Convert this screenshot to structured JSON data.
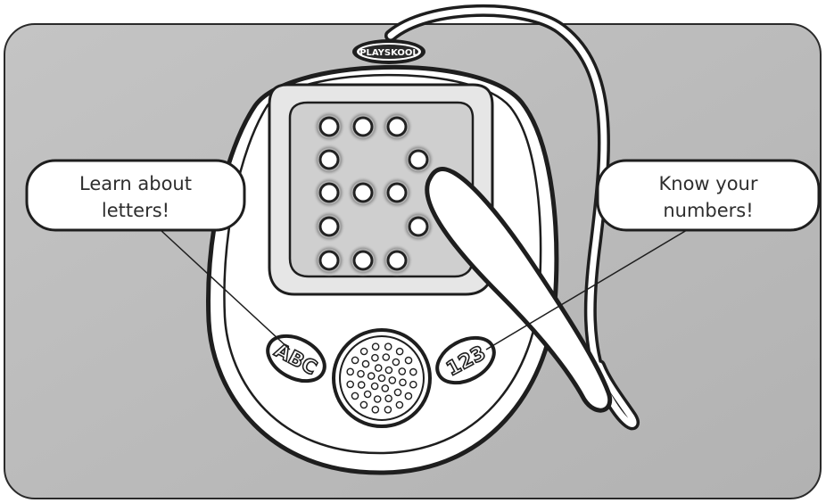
{
  "brand": {
    "logo_text": "PLAYSKOOL"
  },
  "callouts": {
    "left": {
      "line1": "Learn about",
      "line2": "letters!"
    },
    "right": {
      "line1": "Know your",
      "line2": "numbers!"
    }
  },
  "buttons": {
    "letters_label": "ABC",
    "numbers_label": "123"
  },
  "display": {
    "shown_character": "B"
  },
  "colors": {
    "panel_background": "#bdbdbd",
    "device_body": "#ffffff",
    "screen": "#cfcfcf",
    "outline": "#1e1e1e"
  }
}
